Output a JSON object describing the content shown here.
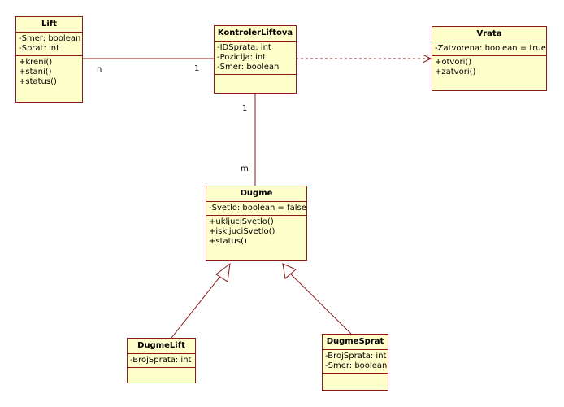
{
  "classes": {
    "lift": {
      "name": "Lift",
      "attributes": [
        "-Smer: boolean",
        "-Sprat: int"
      ],
      "operations": [
        "+kreni()",
        "+stani()",
        "+status()"
      ]
    },
    "kontroler": {
      "name": "KontrolerLiftova",
      "attributes": [
        "-IDSprata: int",
        "-Pozicija: int",
        "-Smer: boolean"
      ],
      "operations": []
    },
    "vrata": {
      "name": "Vrata",
      "attributes": [
        "-Zatvorena: boolean = true"
      ],
      "operations": [
        "+otvori()",
        "+zatvori()"
      ]
    },
    "dugme": {
      "name": "Dugme",
      "attributes": [
        "-Svetlo: boolean = false"
      ],
      "operations": [
        "+ukljuciSvetlo()",
        "+iskljuciSvetlo()",
        "+status()"
      ]
    },
    "dugmeLift": {
      "name": "DugmeLift",
      "attributes": [
        "-BrojSprata: int"
      ],
      "operations": []
    },
    "dugmeSprat": {
      "name": "DugmeSprat",
      "attributes": [
        "-BrojSprata: int",
        "-Smer: boolean"
      ],
      "operations": []
    }
  },
  "multiplicities": {
    "lift_side": "n",
    "kontroler_side_left": "1",
    "kontroler_side_down": "1",
    "dugme_side": "m"
  },
  "colors": {
    "line": "#8b1a1a",
    "fill": "#ffffcc"
  }
}
